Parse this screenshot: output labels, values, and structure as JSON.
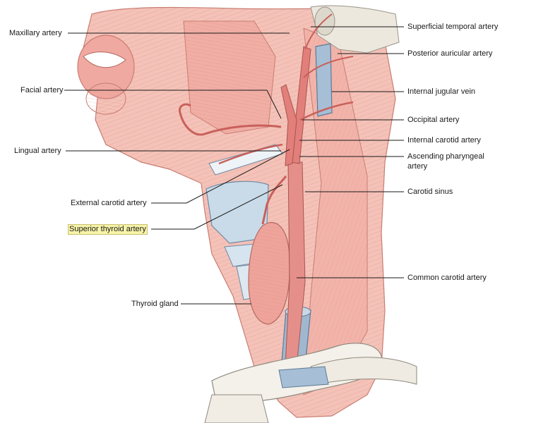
{
  "diagram": {
    "labels_left": [
      {
        "key": "maxillary",
        "text": "Maxillary artery"
      },
      {
        "key": "facial",
        "text": "Facial artery"
      },
      {
        "key": "lingual",
        "text": "Lingual artery"
      },
      {
        "key": "external_carotid",
        "text": "External carotid artery"
      },
      {
        "key": "superior_thyroid",
        "text": "Superior thyroid artery",
        "highlighted": true
      },
      {
        "key": "thyroid_gland",
        "text": "Thyroid gland"
      }
    ],
    "labels_right": [
      {
        "key": "superficial_temporal",
        "text": "Superficial temporal artery"
      },
      {
        "key": "posterior_auricular",
        "text": "Posterior auricular artery"
      },
      {
        "key": "internal_jugular",
        "text": "Internal jugular vein"
      },
      {
        "key": "occipital",
        "text": "Occipital artery"
      },
      {
        "key": "internal_carotid",
        "text": "Internal carotid artery"
      },
      {
        "key": "ascending_pharyngeal_1",
        "text": "Ascending pharyngeal"
      },
      {
        "key": "ascending_pharyngeal_2",
        "text": "artery"
      },
      {
        "key": "carotid_sinus",
        "text": "Carotid sinus"
      },
      {
        "key": "common_carotid",
        "text": "Common carotid artery"
      }
    ],
    "colors": {
      "muscle": "#f2b6ad",
      "muscle_dark": "#d98a80",
      "artery": "#e58f8b",
      "vein": "#9fb7cf",
      "cartilage": "#c9dbe8",
      "bone": "#f3efe6",
      "leader": "#1a1a1a",
      "highlight": "#f7f3a8"
    }
  }
}
